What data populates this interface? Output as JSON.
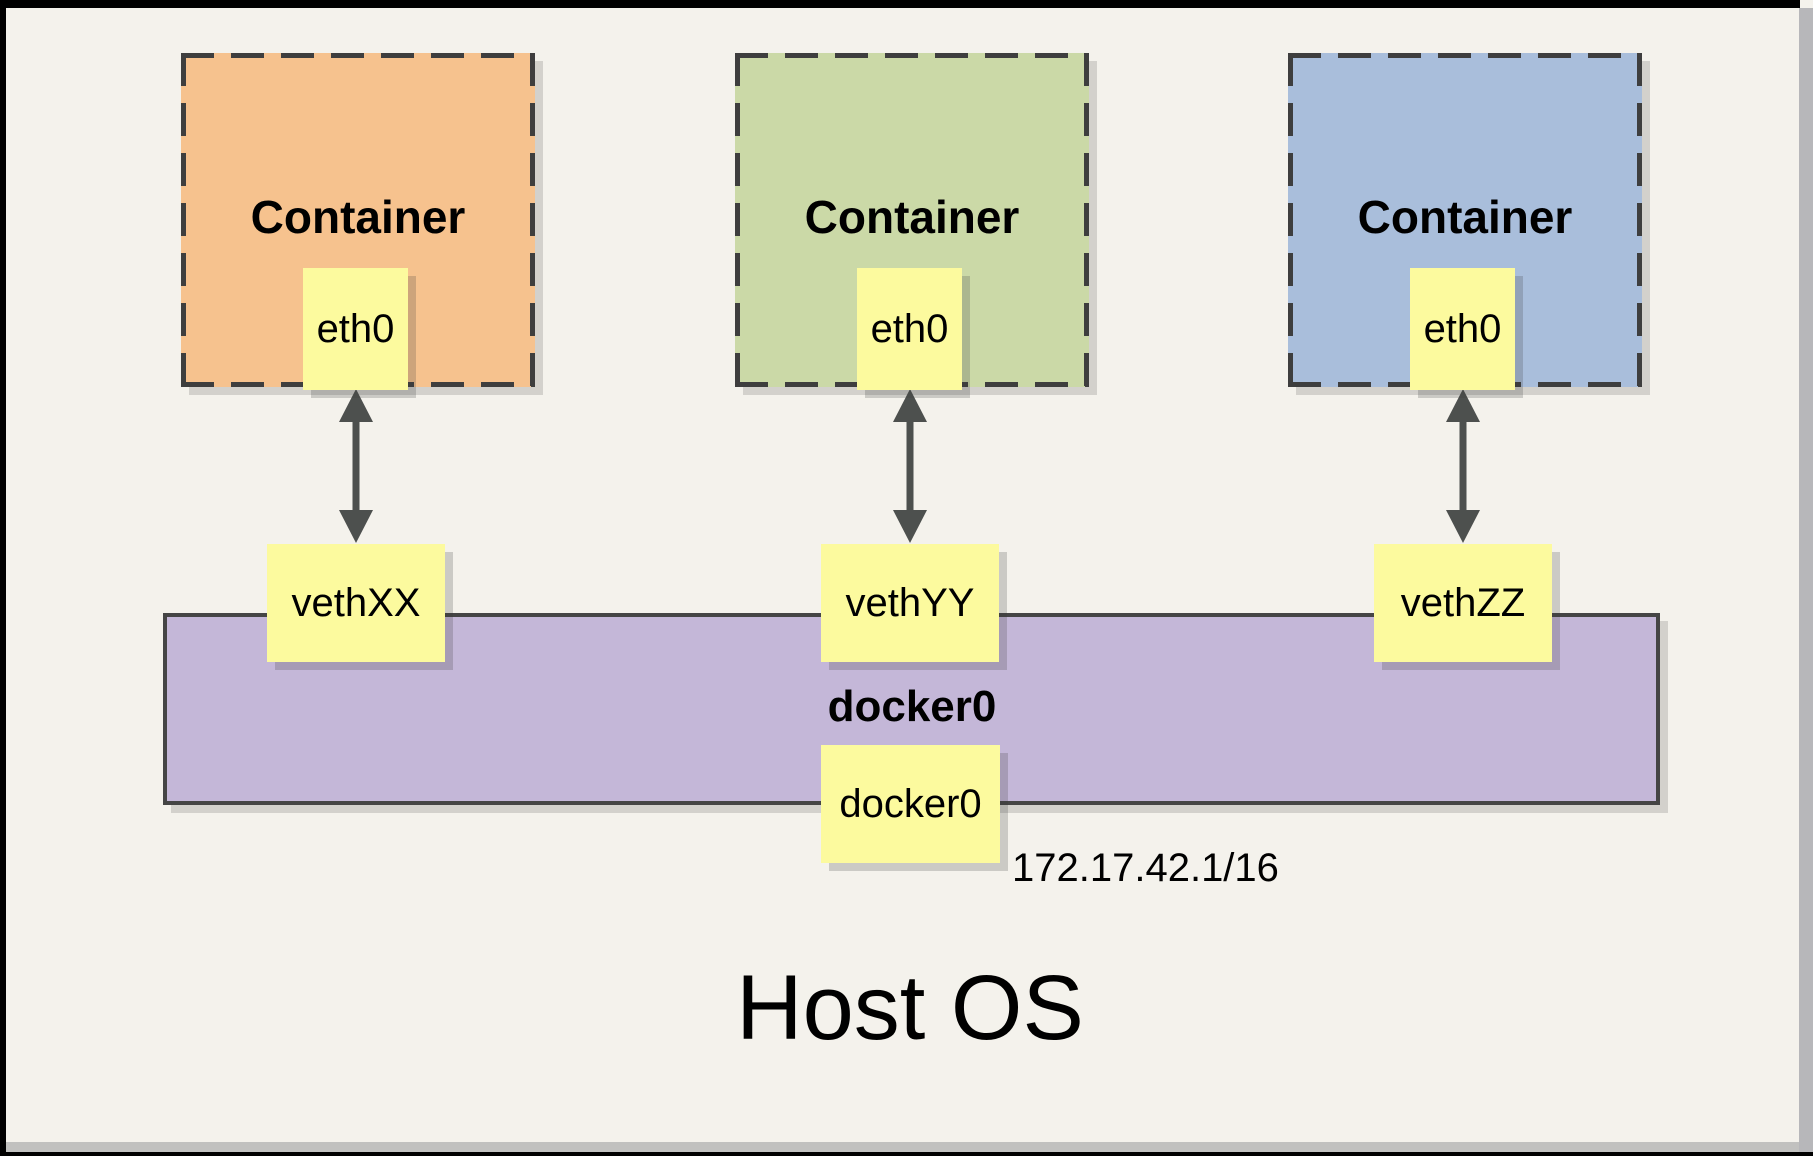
{
  "diagram": {
    "containers": [
      {
        "title": "Container",
        "eth_label": "eth0",
        "veth_label": "vethXX",
        "fill": "#F6C28E"
      },
      {
        "title": "Container",
        "eth_label": "eth0",
        "veth_label": "vethYY",
        "fill": "#CBD9A7"
      },
      {
        "title": "Container",
        "eth_label": "eth0",
        "veth_label": "vethZZ",
        "fill": "#A9BEDB"
      }
    ],
    "bridge": {
      "title": "docker0",
      "box_label": "docker0",
      "ip": "172.17.42.1/16",
      "fill": "#C4B7D8"
    },
    "host_label": "Host OS",
    "colors": {
      "note_yellow": "#FCFA9E",
      "canvas_background": "#F4F2EC",
      "dash_border": "#3E3E3E",
      "arrow": "#4D504E"
    }
  }
}
